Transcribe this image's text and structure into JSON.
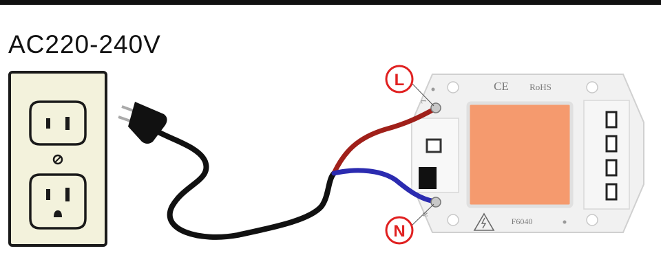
{
  "title": {
    "voltage": "AC220-240V"
  },
  "led_module": {
    "ce_mark": "CE",
    "rohs_label": "RoHS",
    "model": "F6040",
    "pad_label_l": "L",
    "pad_label_n": "N"
  },
  "markers": {
    "live": "L",
    "neutral": "N"
  },
  "colors": {
    "live_wire": "#a0201a",
    "neutral_wire": "#2b2bb0",
    "cable": "#111111",
    "marker": "#e02020",
    "led_chip": "#f59a6e",
    "outlet_plate": "#f3f2dc"
  },
  "icons": [
    "wall-outlet-icon",
    "power-plug-icon",
    "high-voltage-warning-icon"
  ]
}
